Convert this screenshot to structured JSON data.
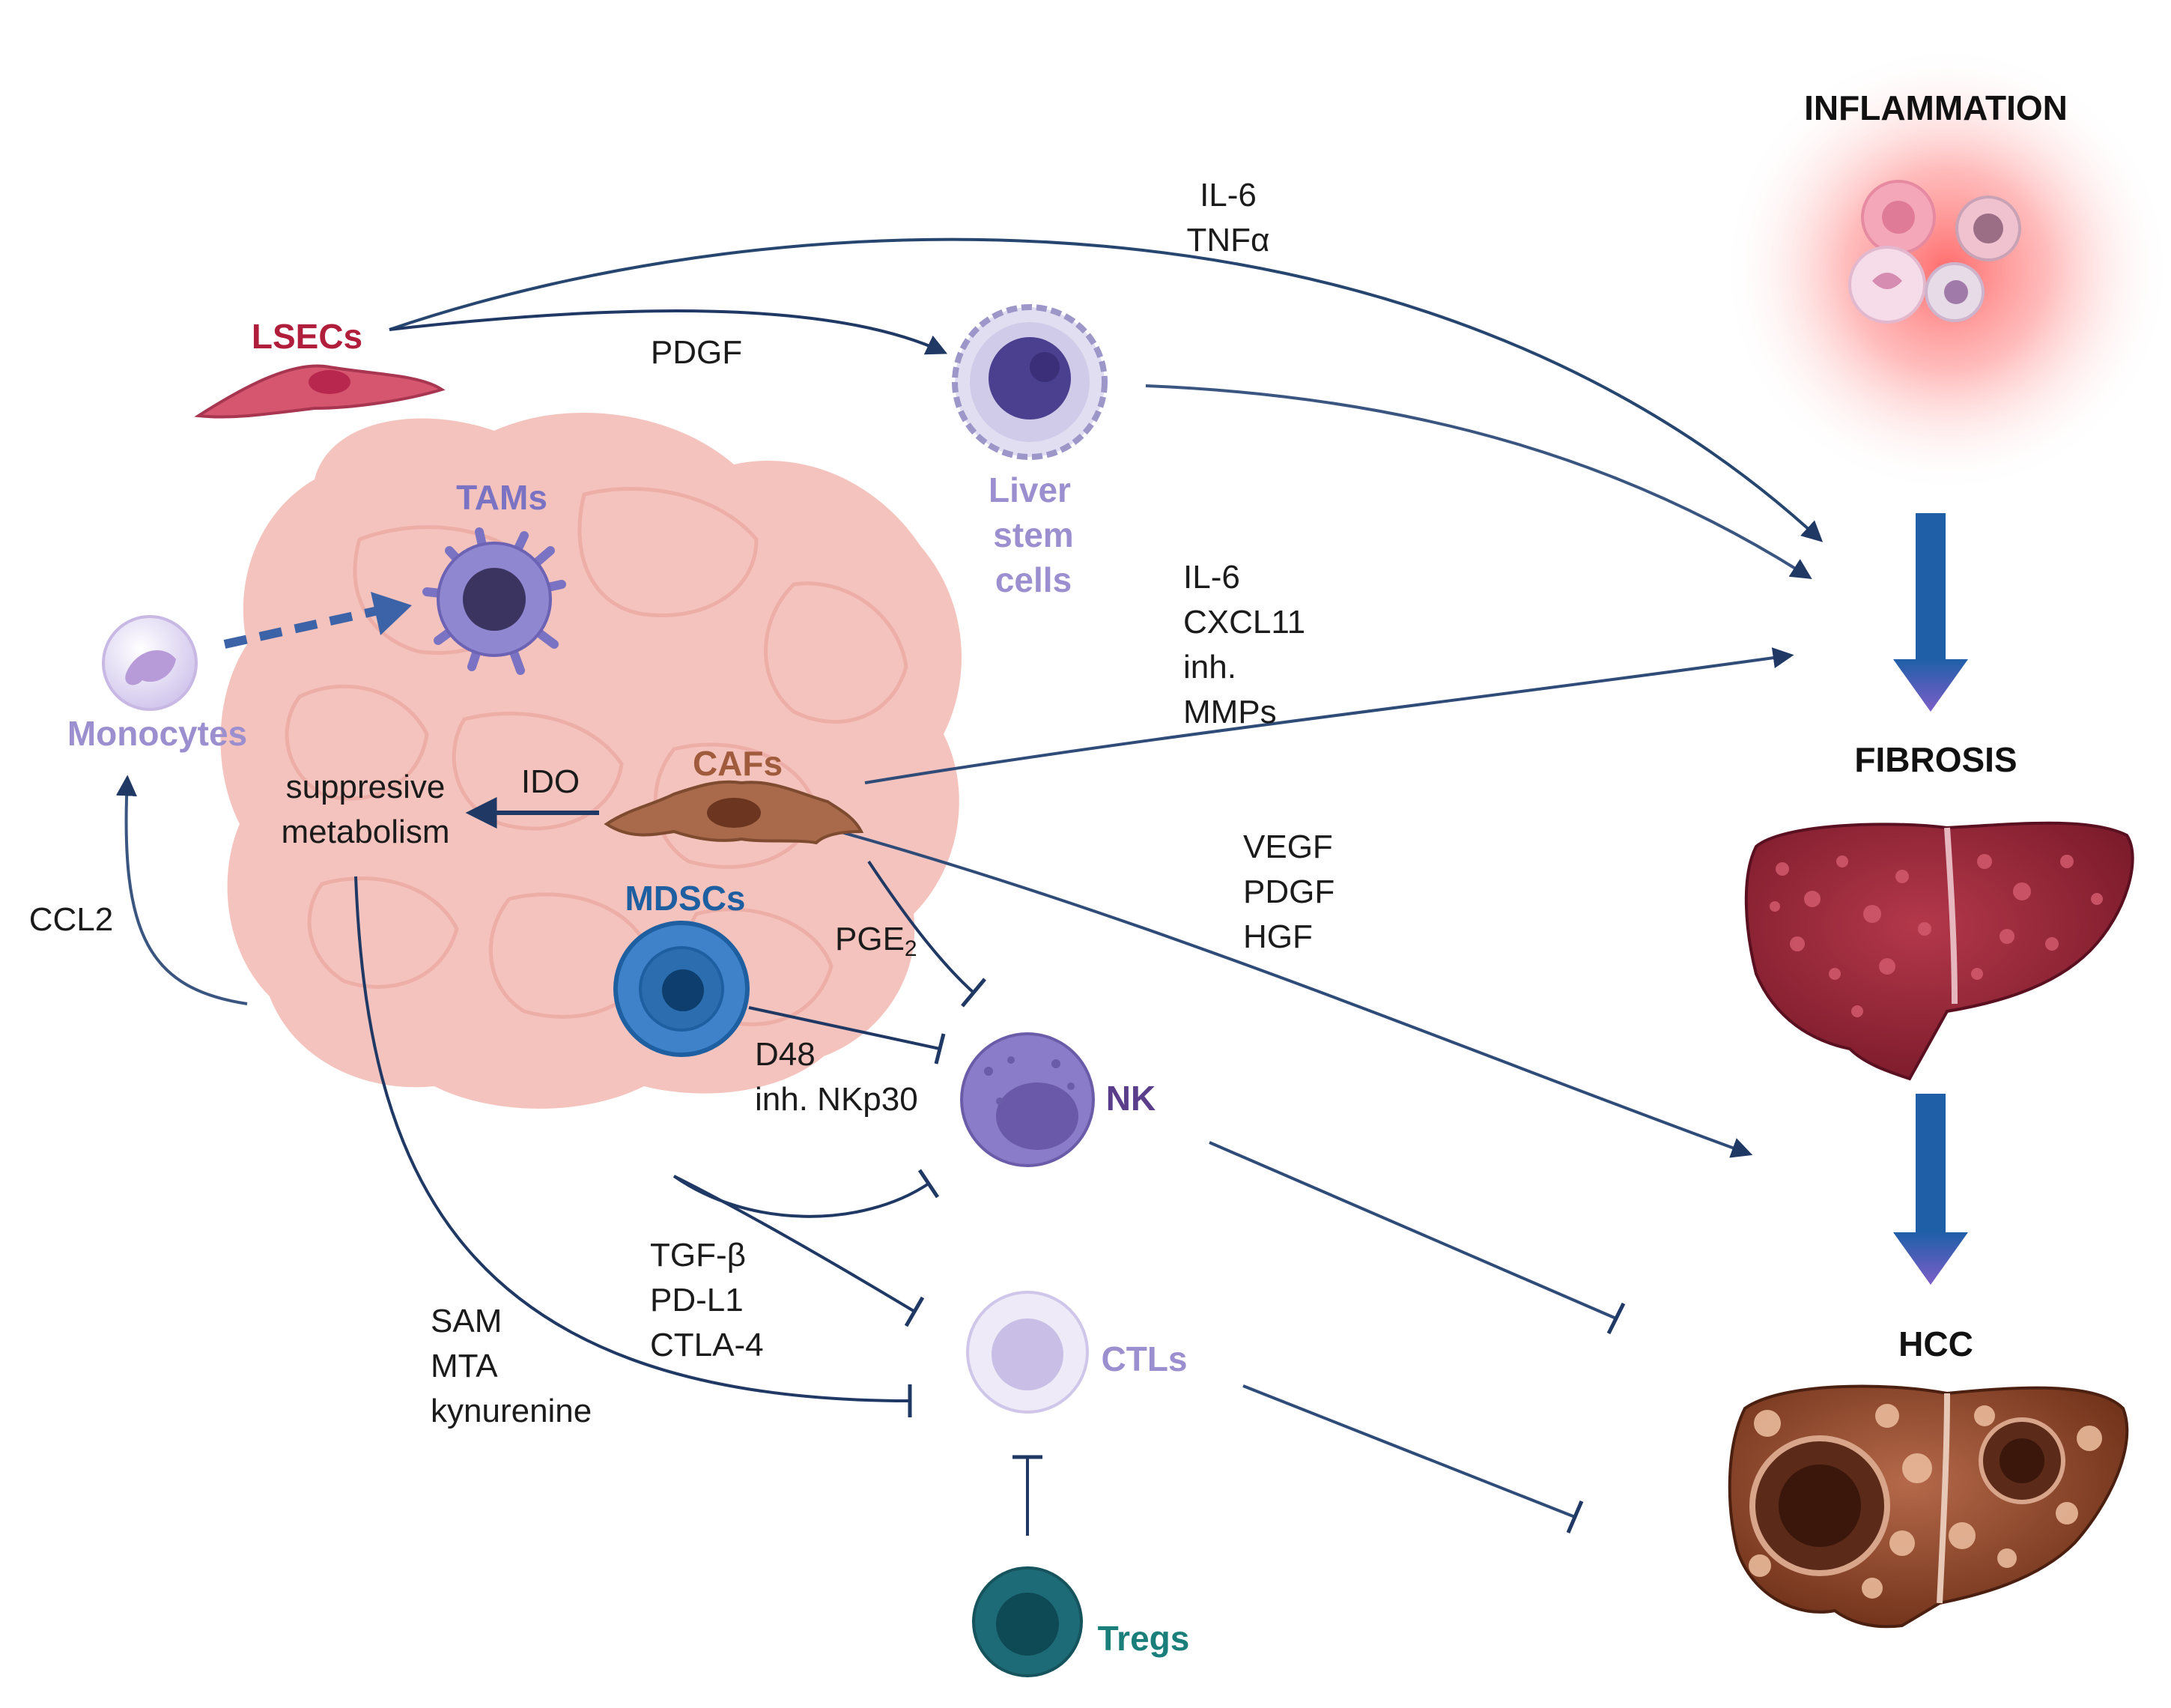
{
  "stages": {
    "inflammation": "INFLAMMATION",
    "fibrosis": "FIBROSIS",
    "hcc": "HCC"
  },
  "cells": {
    "lsecs": "LSECs",
    "liver_stem_cells": [
      "Liver",
      "stem",
      "cells"
    ],
    "tams": "TAMs",
    "monocytes": "Monocytes",
    "cafs": "CAFs",
    "mdscs": "MDSCs",
    "nk": "NK",
    "ctls": "CTLs",
    "tregs": "Tregs"
  },
  "labels": {
    "il6_tnfa": [
      "IL-6",
      "TNFα"
    ],
    "pdgf": "PDGF",
    "il6_cxcl11": [
      "IL-6",
      "CXCL11",
      "inh.",
      "MMPs"
    ],
    "ido": "IDO",
    "suppressive_metabolism": [
      "suppresive",
      "metabolism"
    ],
    "ccl2": "CCL2",
    "pge2": "PGE",
    "pge2_sub": "2",
    "vegf_pdgf_hgf": [
      "VEGF",
      "PDGF",
      "HGF"
    ],
    "d48_nkp30": [
      "D48",
      "inh. NKp30"
    ],
    "tgf_pdl1_ctla4": [
      "TGF-β",
      "PD-L1",
      "CTLA-4"
    ],
    "sam_mta_kyn": [
      "SAM",
      "MTA",
      "kynurenine"
    ]
  },
  "colors": {
    "arrow": "#1f3864",
    "lsecs": "#b01e3c",
    "light_purple": "#9c8fcf",
    "tams": "#7a72c2",
    "cafs": "#a05a3c",
    "mdscs": "#1d5fa0",
    "nk": "#5a3e8c",
    "tregs": "#1a7f7a",
    "tumor": "#f2b9b2",
    "stage_arrow_top": "#1f5fa8",
    "stage_arrow_bottom": "#7c5ec7"
  }
}
